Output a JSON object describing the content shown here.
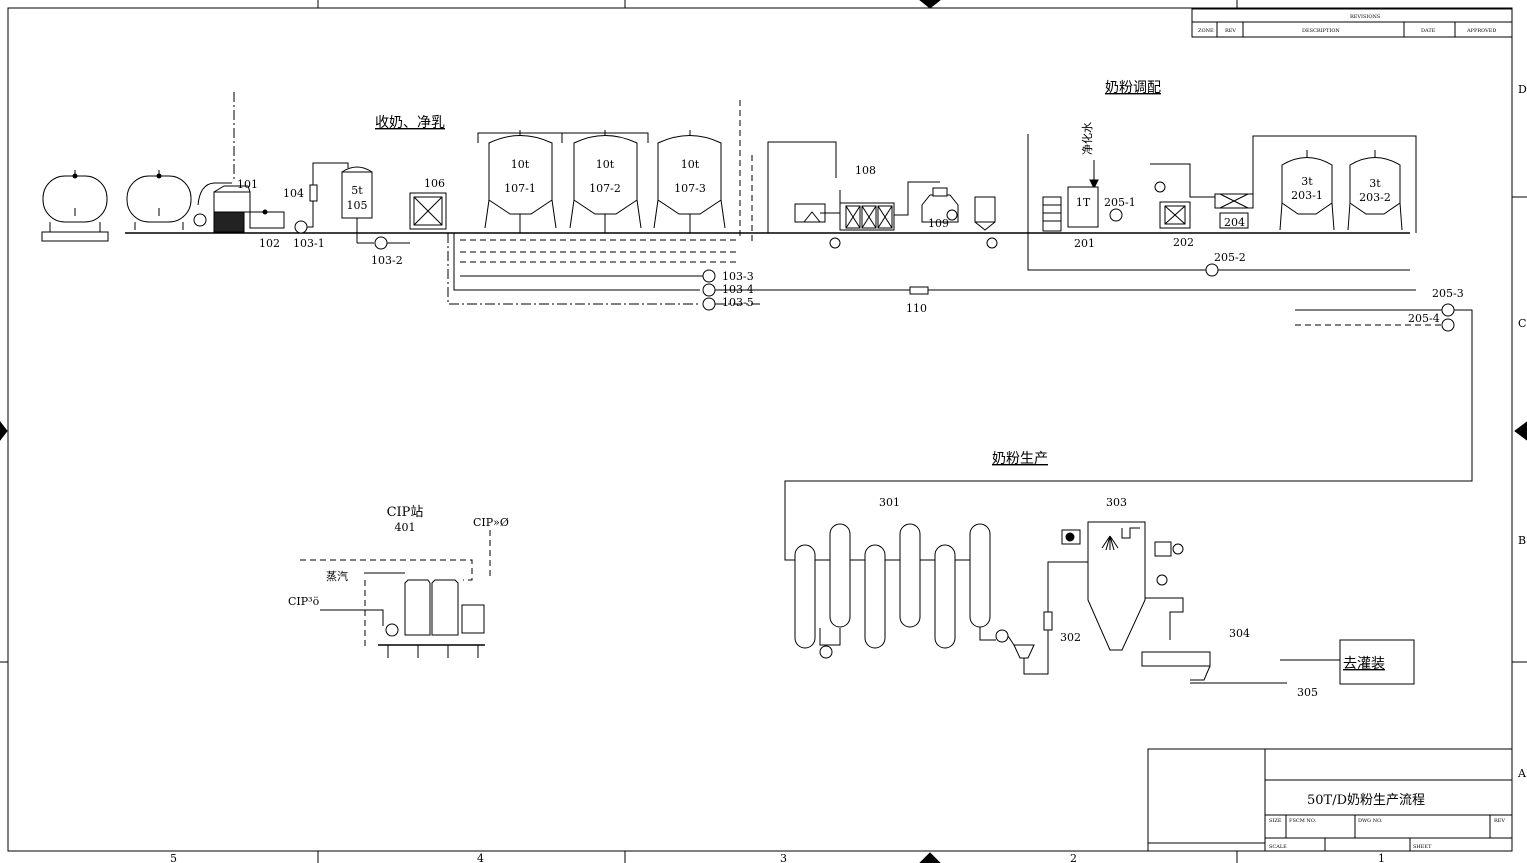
{
  "sections": {
    "receive": "收奶、净乳",
    "blend": "奶粉调配",
    "produce": "奶粉生产"
  },
  "equipment": {
    "e101": "101",
    "e102": "102",
    "e103_1": "103-1",
    "e103_2": "103-2",
    "e104": "104",
    "e105": "105",
    "e105_cap": "5t",
    "e106": "106",
    "t107_1_cap": "10t",
    "t107_1": "107-1",
    "t107_2_cap": "10t",
    "t107_2": "107-2",
    "t107_3_cap": "10t",
    "t107_3": "107-3",
    "e108": "108",
    "e109": "109",
    "e110": "110",
    "p103_3": "103-3",
    "p103_4": "103-4",
    "p103_5": "103-5",
    "e201": "201",
    "e201_cap": "1T",
    "e202": "202",
    "t203_1_cap": "3t",
    "t203_1": "203-1",
    "t203_2_cap": "3t",
    "t203_2": "203-2",
    "e204": "204",
    "p205_1": "205-1",
    "p205_2": "205-2",
    "p205_3": "205-3",
    "p205_4": "205-4",
    "purified_water": "净化水",
    "e301": "301",
    "e302": "302",
    "e303": "303",
    "e304": "304",
    "e305": "305"
  },
  "cip": {
    "title": "CIP站",
    "number": "401",
    "return": "CIP»Ø",
    "supply": "CIP³ö",
    "steam": "蒸汽"
  },
  "filling_box": "去灌装",
  "title_block": {
    "title": "50T/D奶粉生产流程",
    "size": "SIZE",
    "fscm": "FSCM NO.",
    "dwg": "DWG NO.",
    "rev": "REV",
    "scale": "SCALE",
    "sheet": "SHEET"
  },
  "revisions": {
    "header": "REVISIONS",
    "zone": "ZONE",
    "rev": "REV",
    "description": "DESCRIPTION",
    "date": "DATE",
    "approved": "APPROVED"
  },
  "border": {
    "zones_right": [
      "D",
      "C",
      "B",
      "A"
    ],
    "cols_bottom": [
      "5",
      "4",
      "3",
      "2",
      "1"
    ]
  }
}
